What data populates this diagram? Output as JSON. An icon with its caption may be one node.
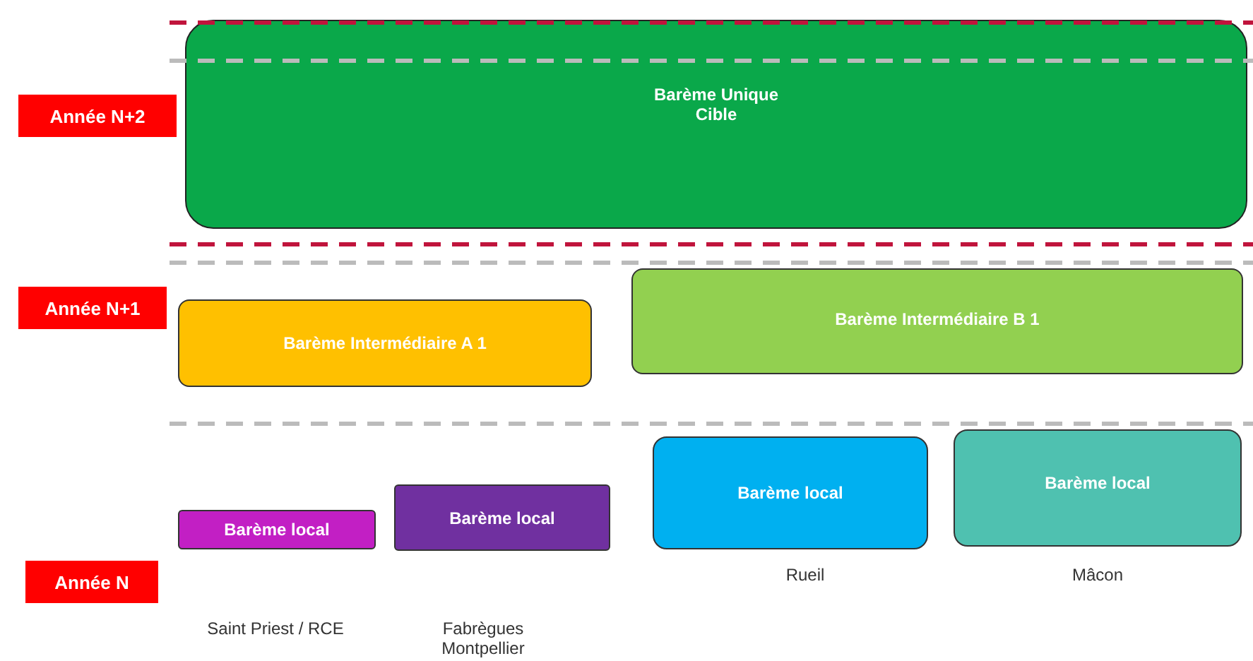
{
  "diagram": {
    "nodes": [
      {
        "text": [
          "Année N+2"
        ]
      },
      {
        "text": [
          "Barème Unique Cible"
        ]
      },
      {
        "text": [
          "Année N+1"
        ]
      },
      {
        "text": [
          "Barème Intermédiaire A 1"
        ]
      },
      {
        "text": [
          "Barème Intermédiaire B 1"
        ]
      },
      {
        "text": [
          "Année N"
        ]
      },
      {
        "text": [
          "Barème local"
        ]
      },
      {
        "text": [
          "Barème local"
        ]
      },
      {
        "text": [
          "Barème local"
        ],
        "beside": [
          "Rueil"
        ]
      },
      {
        "text": [
          "Barème local"
        ],
        "beside": [
          "Mâcon"
        ]
      }
    ],
    "labels": [
      "Saint Priest / RCE",
      "Fabrègues Montpellier"
    ]
  }
}
